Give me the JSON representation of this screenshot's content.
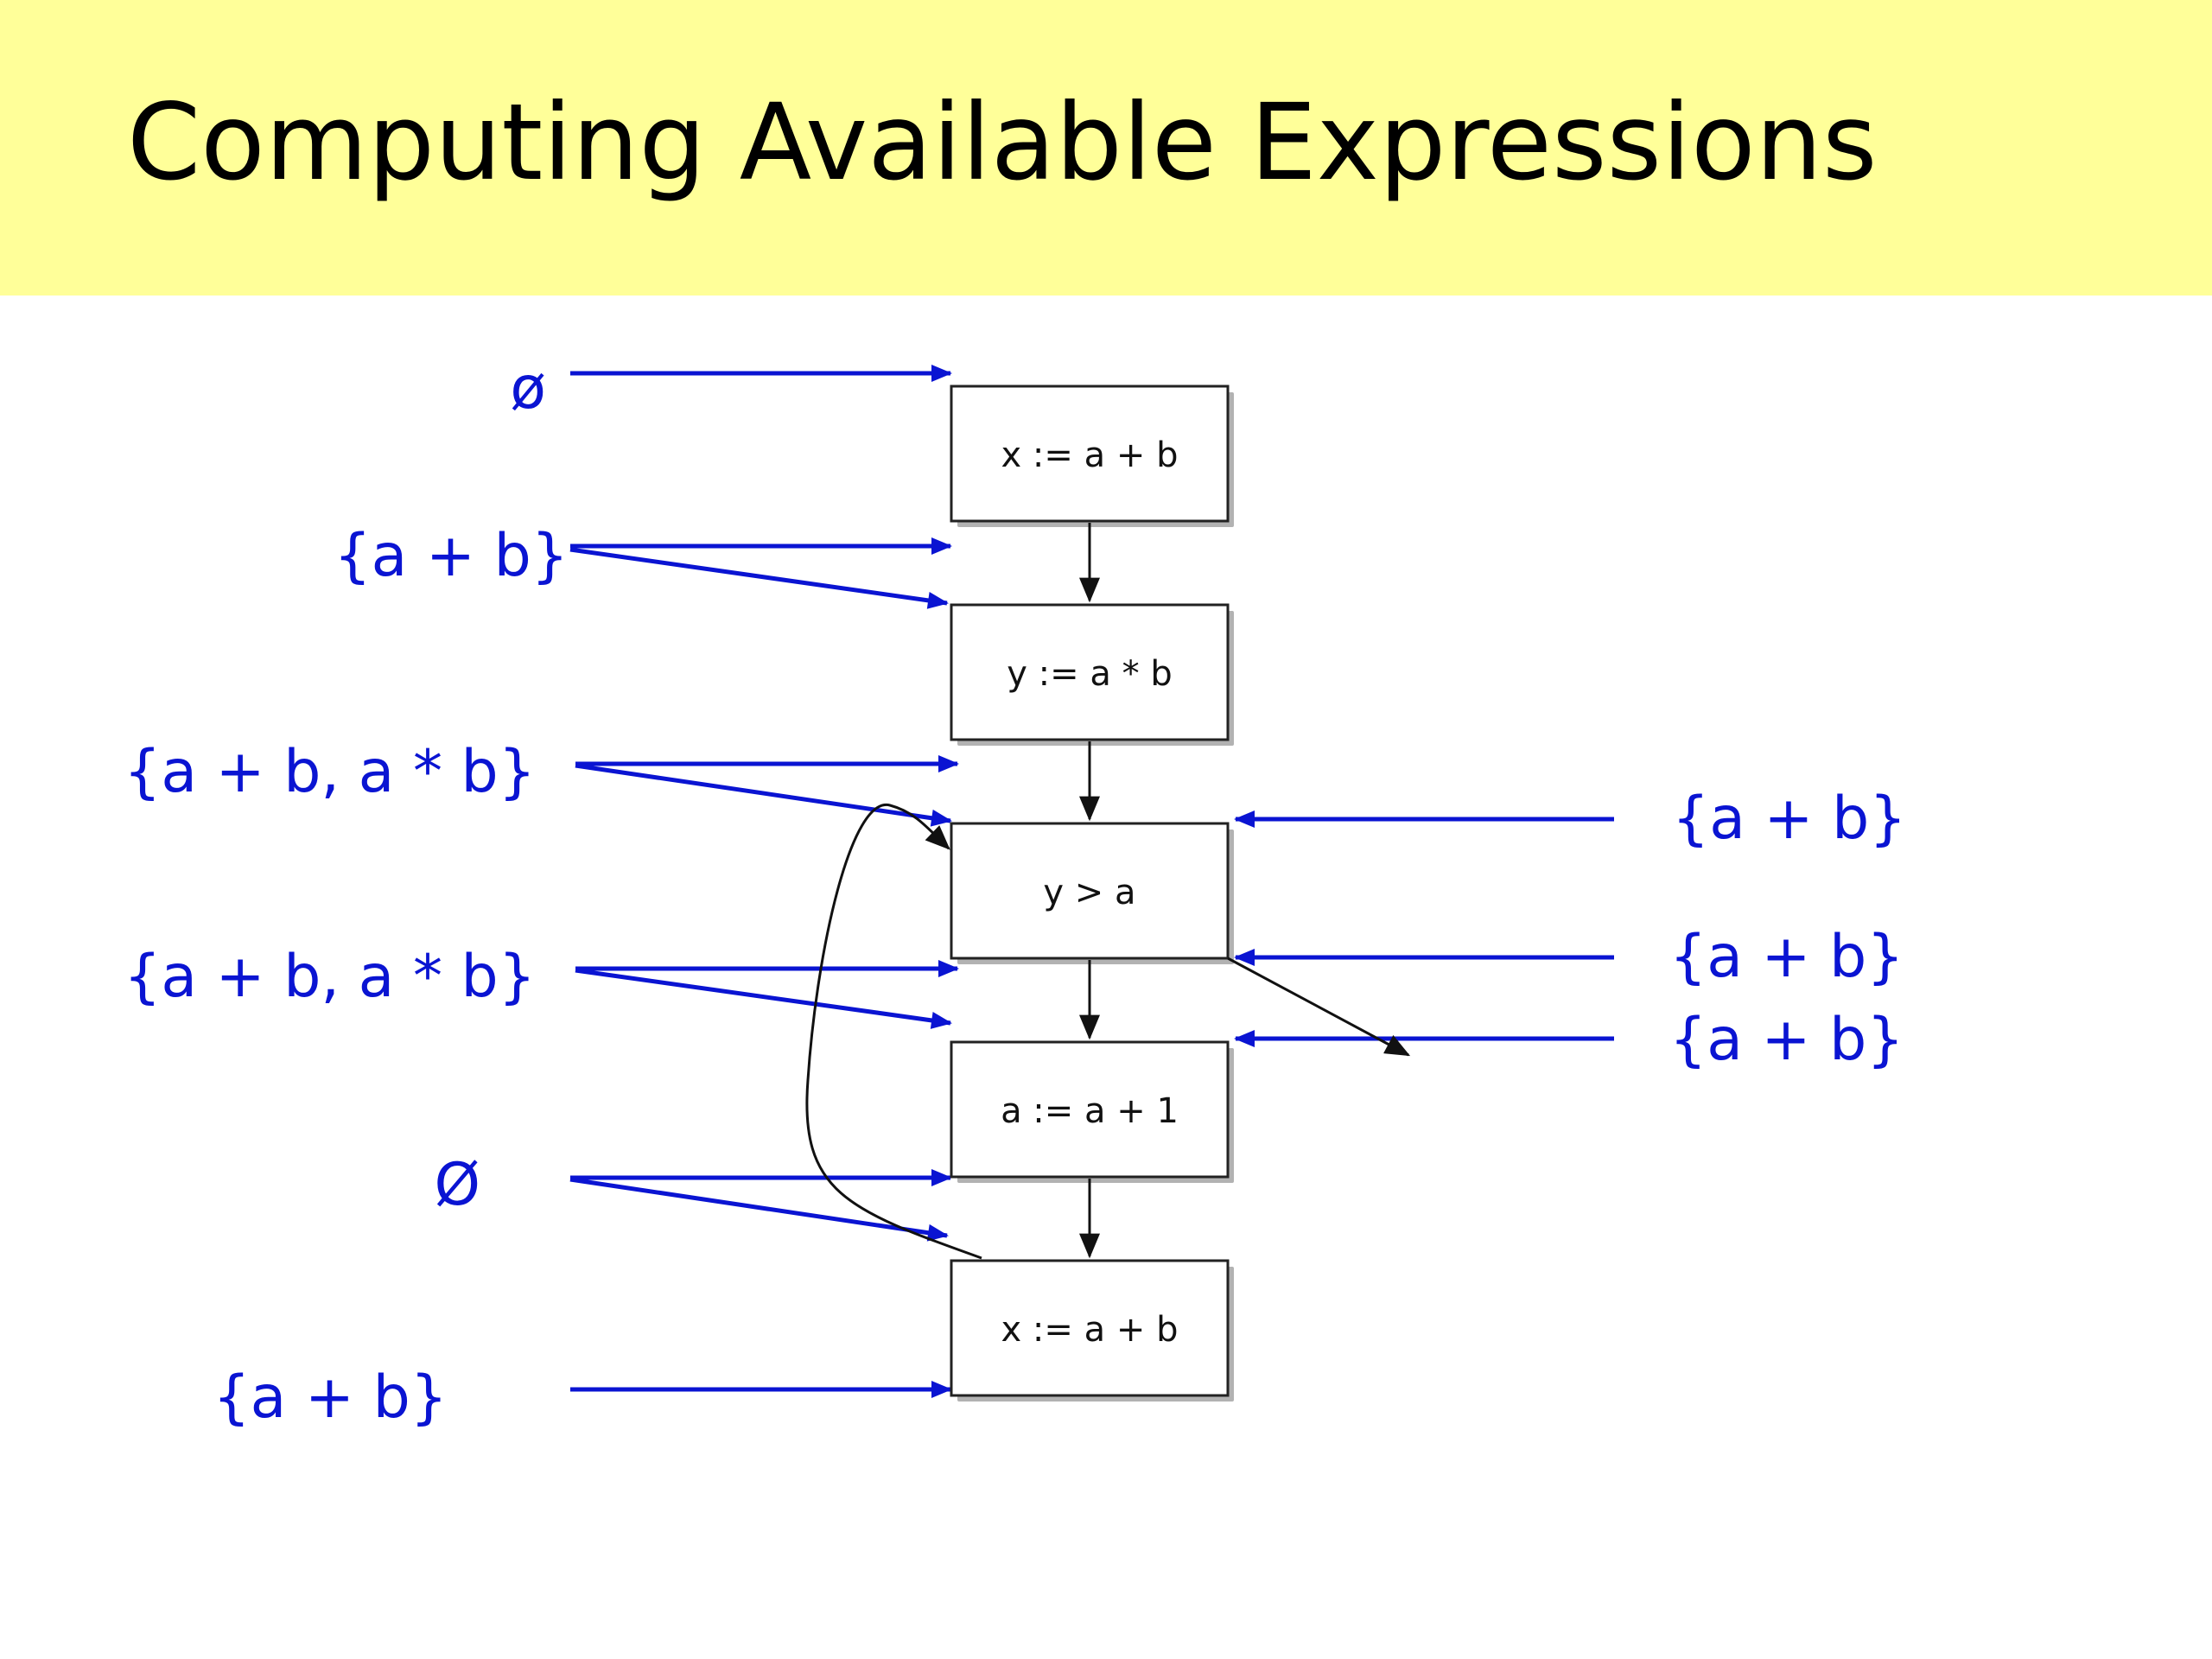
{
  "slide": {
    "title": "Computing Available Expressions"
  },
  "colors": {
    "title_band": "#ffff99",
    "set_label": "#0a14d2",
    "node_border": "#222222",
    "cfg_edge": "#111111"
  },
  "nodes": [
    {
      "id": "n1",
      "text": "x := a + b"
    },
    {
      "id": "n2",
      "text": "y := a * b"
    },
    {
      "id": "n3",
      "text": "y > a"
    },
    {
      "id": "n4",
      "text": "a := a + 1"
    },
    {
      "id": "n5",
      "text": "x := a + b"
    }
  ],
  "left_labels": [
    {
      "id": "l1",
      "text": "ø"
    },
    {
      "id": "l2",
      "text": "{a + b}"
    },
    {
      "id": "l3",
      "text": "{a + b, a * b}"
    },
    {
      "id": "l4",
      "text": "{a + b, a * b}"
    },
    {
      "id": "l5",
      "text": "Ø"
    },
    {
      "id": "l6",
      "text": "{a + b}"
    }
  ],
  "right_labels": [
    {
      "id": "r1",
      "text": "{a + b}"
    },
    {
      "id": "r2",
      "text": "{a + b}"
    },
    {
      "id": "r3",
      "text": "{a + b}"
    }
  ],
  "edges": {
    "cfg": [
      {
        "from": "n1",
        "to": "n2"
      },
      {
        "from": "n2",
        "to": "n3"
      },
      {
        "from": "n3",
        "to": "n4"
      },
      {
        "from": "n4",
        "to": "n5"
      },
      {
        "from": "n5",
        "to": "n3",
        "kind": "back-edge"
      },
      {
        "from": "n3",
        "to": "exit",
        "kind": "exit-edge"
      }
    ]
  }
}
